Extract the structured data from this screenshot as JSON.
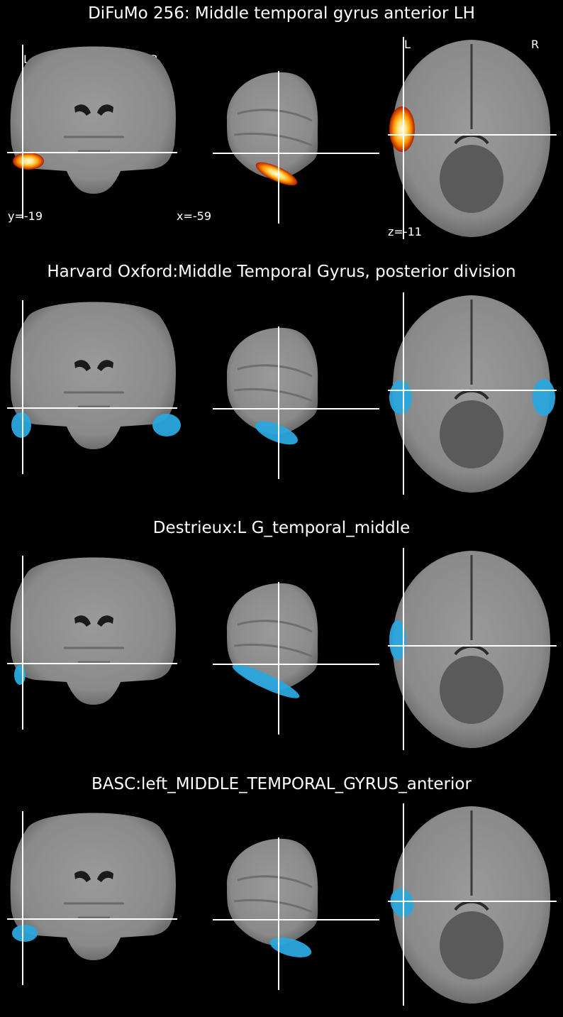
{
  "panels": [
    {
      "title": "DiFuMo 256: Middle temporal gyrus anterior LH",
      "overlay": "heat",
      "coords": {
        "y": "y=-19",
        "x": "x=-59",
        "z": "z=-11"
      },
      "orient": {
        "left": "L",
        "right": "R"
      }
    },
    {
      "title": "Harvard Oxford:Middle Temporal Gyrus, posterior division",
      "overlay": "blue"
    },
    {
      "title": "Destrieux:L G_temporal_middle",
      "overlay": "blue"
    },
    {
      "title": "BASC:left_MIDDLE_TEMPORAL_GYRUS_anterior",
      "overlay": "blue"
    }
  ],
  "colors": {
    "background": "#000000",
    "brain": "#8a8a8a",
    "brain_dark": "#4a4a4a",
    "crosshair": "#ffffff",
    "atlas_blue": "#2aa7dd",
    "heat_core": "#fffbe0",
    "heat_mid": "#ffb000",
    "heat_edge": "#b21a00"
  }
}
